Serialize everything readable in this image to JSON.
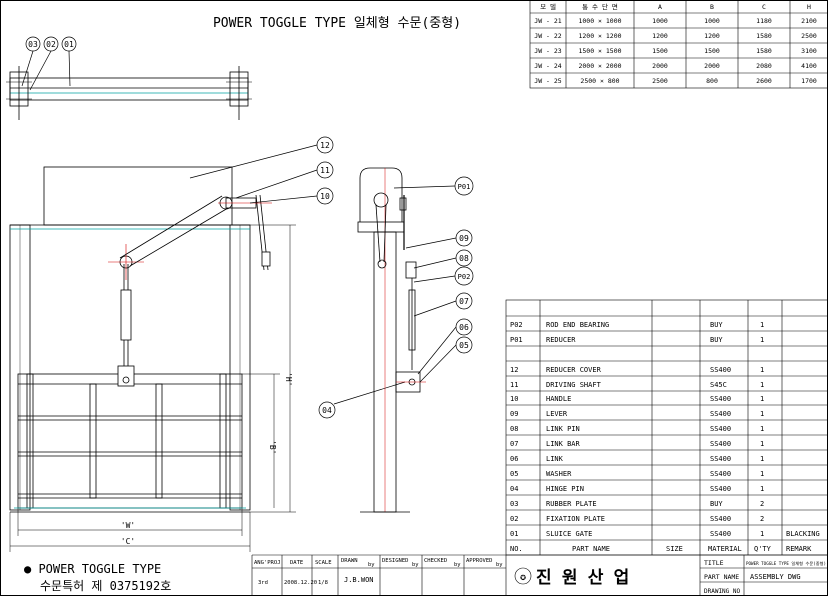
{
  "title": "POWER TOGGLE TYPE 일체형 수문(중형)",
  "size_table": {
    "headers": [
      "모 델",
      "통 수 단 면",
      "A",
      "B",
      "C",
      "H"
    ],
    "rows": [
      [
        "JW - 21",
        "1000 × 1000",
        "1000",
        "1000",
        "1180",
        "2100"
      ],
      [
        "JW - 22",
        "1200 × 1200",
        "1200",
        "1200",
        "1580",
        "2500"
      ],
      [
        "JW - 23",
        "1500 × 1500",
        "1500",
        "1500",
        "1580",
        "3100"
      ],
      [
        "JW - 24",
        "2000 × 2000",
        "2000",
        "2000",
        "2080",
        "4100"
      ],
      [
        "JW - 25",
        "2500 × 800",
        "2500",
        "800",
        "2600",
        "1700"
      ]
    ]
  },
  "callouts_front": [
    "03",
    "02",
    "01",
    "12",
    "11",
    "10",
    "04"
  ],
  "callouts_side": [
    "P01",
    "09",
    "08",
    "P02",
    "07",
    "06",
    "05"
  ],
  "dims": {
    "h1": "'H'",
    "h2": "'B'",
    "w1": "'W'",
    "w2": "'C'"
  },
  "parts": {
    "headers": [
      "NO.",
      "PART NAME",
      "SIZE",
      "MATERIAL",
      "Q'TY",
      "REMARK"
    ],
    "rows": [
      [
        "P02",
        "ROD END BEARING",
        "",
        "BUY",
        "1",
        ""
      ],
      [
        "P01",
        "REDUCER",
        "",
        "BUY",
        "1",
        ""
      ],
      [
        "",
        "",
        "",
        "",
        "",
        ""
      ],
      [
        "12",
        "REDUCER COVER",
        "",
        "SS400",
        "1",
        ""
      ],
      [
        "11",
        "DRIVING SHAFT",
        "",
        "S45C",
        "1",
        ""
      ],
      [
        "10",
        "HANDLE",
        "",
        "SS400",
        "1",
        ""
      ],
      [
        "09",
        "LEVER",
        "",
        "SS400",
        "1",
        ""
      ],
      [
        "08",
        "LINK PIN",
        "",
        "SS400",
        "1",
        ""
      ],
      [
        "07",
        "LINK BAR",
        "",
        "SS400",
        "1",
        ""
      ],
      [
        "06",
        "LINK",
        "",
        "SS400",
        "1",
        ""
      ],
      [
        "05",
        "WASHER",
        "",
        "SS400",
        "1",
        ""
      ],
      [
        "04",
        "HINGE PIN",
        "",
        "SS400",
        "1",
        ""
      ],
      [
        "03",
        "RUBBER PLATE",
        "",
        "BUY",
        "2",
        ""
      ],
      [
        "02",
        "FIXATION PLATE",
        "",
        "SS400",
        "2",
        ""
      ],
      [
        "01",
        "SLUICE GATE",
        "",
        "SS400",
        "1",
        "BLACKING"
      ]
    ]
  },
  "title_block": {
    "product": "● POWER TOGGLE TYPE",
    "patent": "수문특허  제 0375192호",
    "proj_label": "ANG'PROJ",
    "proj_value": "3rd",
    "date_label": "DATE",
    "date_value": "2008.12.20",
    "scale_label": "SCALE",
    "scale_value": "1/8",
    "drawn_label": "DRAWN",
    "drawn_value": "J.B.WON",
    "designed_label": "DESIGNED",
    "checked_label": "CHECKED",
    "approved_label": "APPROVED",
    "by": "by",
    "company": "진 원 산 업",
    "title_label": "TITLE",
    "title_value": "POWER TOGGLE TYPE 일체형 수문(중형)",
    "partname_label": "PART NAME",
    "partname_value": "ASSEMBLY DWG",
    "drawingno_label": "DRAWING NO"
  },
  "colors": {
    "line": "#000000",
    "accent": "#00a0a0",
    "red": "#d40000"
  }
}
